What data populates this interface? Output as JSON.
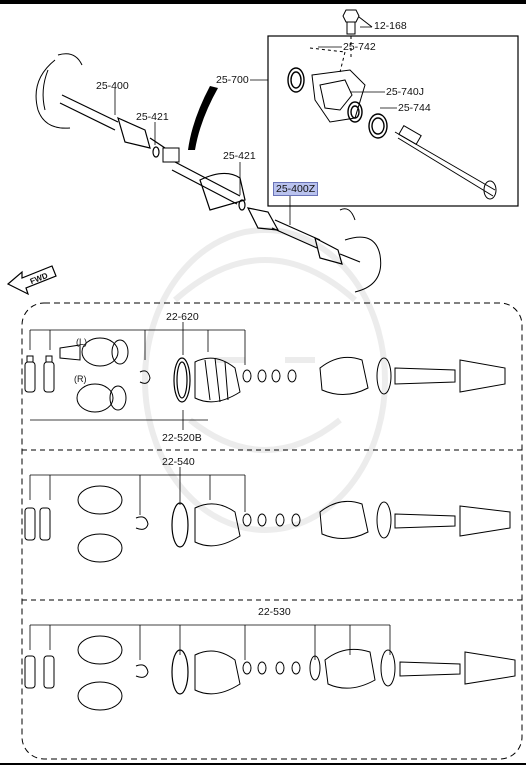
{
  "diagram": {
    "labels": {
      "bolt": "12-168",
      "kit_700": "25-700",
      "part_742": "25-742",
      "part_740": "25-740J",
      "part_744": "25-744",
      "shaft_left": "25-400",
      "clip_a": "25-421",
      "clip_b": "25-421",
      "shaft_right": "25-400Z",
      "kit_620": "22-620",
      "kit_520": "22-520B",
      "kit_540": "22-540",
      "kit_530": "22-530",
      "side_l": "(L)",
      "side_r": "(R)",
      "fwd": "FWD"
    },
    "highlight_color": "#b9c2ee"
  }
}
